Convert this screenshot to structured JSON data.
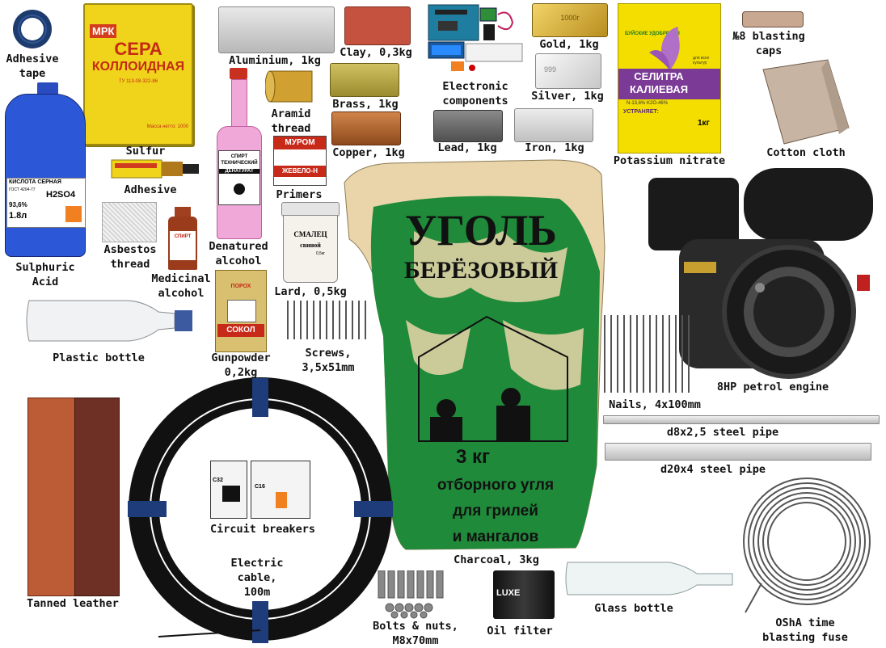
{
  "labels": {
    "adhesive_tape": "Adhesive\ntape",
    "sulfur": "Sulfur",
    "aluminium": "Aluminium, 1kg",
    "clay": "Clay, 0,3kg",
    "electronic": "Electronic\ncomponents",
    "gold": "Gold, 1kg",
    "silver": "Silver, 1kg",
    "blasting_caps": "№8 blasting\ncaps",
    "cotton": "Cotton cloth",
    "potassium": "Potassium nitrate",
    "aramid": "Aramid\nthread",
    "brass": "Brass, 1kg",
    "copper": "Copper, 1kg",
    "lead": "Lead, 1kg",
    "iron": "Iron, 1kg",
    "adhesive": "Adhesive",
    "primers": "Primers",
    "sulphuric": "Sulphuric\nAcid",
    "asbestos": "Asbestos\nthread",
    "medicinal": "Medicinal\nalcohol",
    "denatured": "Denatured\nalcohol",
    "lard": "Lard, 0,5kg",
    "plastic_bottle": "Plastic bottle",
    "gunpowder": "Gunpowder\n0,2kg",
    "screws": "Screws,\n3,5x51mm",
    "engine": "8HP petrol engine",
    "nails": "Nails, 4x100mm",
    "pipe_small": "d8x2,5 steel pipe",
    "pipe_large": "d20x4 steel pipe",
    "circuit": "Circuit breakers",
    "electric_cable": "Electric\ncable,\n100m",
    "leather": "Tanned leather",
    "charcoal": "Charcoal, 3kg",
    "bolts": "Bolts & nuts,\nM8x70mm",
    "oil_filter": "Oil filter",
    "glass_bottle": "Glass bottle",
    "fuse": "OShA time\nblasting fuse"
  },
  "printed": {
    "sulfur_brand": "МРК",
    "sulfur_line1": "СЕРА",
    "sulfur_line2": "КОЛЛОИДНАЯ",
    "sulfur_small": "ТУ 113-08-322-86",
    "sulfur_mass": "Масса нетто: 1000",
    "acid_line1": "КИСЛОТА СЕРНАЯ",
    "acid_gost": "ГОСТ 4204-77",
    "acid_formula": "H2SO4",
    "acid_pct": "93,6%",
    "acid_vol": "1.8л",
    "alcohol_line1": "СПИРТ",
    "alcohol_line2": "ТЕХНИЧЕСКИЙ",
    "alcohol_line3": "ДЕНАТУРАТ",
    "primer_brand": "МУРОМ",
    "primer_name": "ЖЕВЕЛО-Н",
    "lard_line1": "СМАЛЕЦ",
    "lard_line2": "свиной",
    "lard_mass": "0,5кг",
    "powder_top": "ПОРОХ",
    "powder_name": "СОКОЛ",
    "med_alcohol": "СПИРТ",
    "potassium_brand": "БУЙСКИЕ УДОБРЕНИЯ",
    "potassium_line1": "СЕЛИТРА",
    "potassium_line2": "КАЛИЕВАЯ",
    "potassium_tag": "для всех культур",
    "potassium_comp": "N-13,6% K2O-46%",
    "potassium_fix": "УСТРАНЯЕТ:",
    "potassium_mass": "1кг",
    "gold_text": "1000г",
    "silver_text": "999",
    "charcoal_line1": "УГОЛЬ",
    "charcoal_line2": "БЕРЁЗОВЫЙ",
    "charcoal_line3": "3 кг",
    "charcoal_line4": "отборного угля",
    "charcoal_line5": "для грилей",
    "charcoal_line6": "и мангалов",
    "oil_brand": "LUXE",
    "breaker_a": "C32",
    "breaker_b": "C16"
  },
  "colors": {
    "clay": "#c4523e",
    "brass": "#b4a646",
    "copper": "#b0642e",
    "lead": "#6e6e6e",
    "iron": "#dcdcdc",
    "aluminium": "#d2d2d2",
    "gold": "#d8b032",
    "sulfur_box": "#f0d41c",
    "potassium_bag": "#f4de00",
    "potassium_purple": "#7a3a96",
    "charcoal_green": "#1f8a3a",
    "charcoal_tan": "#ead5aa",
    "leather_a": "#bc5c36",
    "leather_b": "#6e3024"
  }
}
